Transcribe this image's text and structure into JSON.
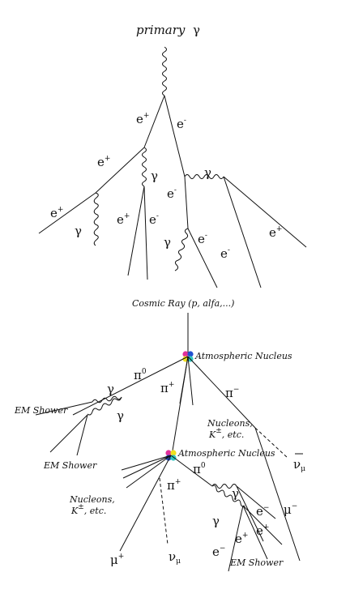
{
  "top": {
    "title_word": "primary",
    "title_symbol": "γ",
    "gamma": "γ",
    "e_plus": "e",
    "e_minus": "e",
    "plus": "+",
    "minus": "-"
  },
  "bottom": {
    "cosmic_ray": "Cosmic Ray (p, alfa,...)",
    "atmospheric_nucleus": "Atmospheric Nucleus",
    "pi": "π",
    "sup_zero": "0",
    "sup_plus": "+",
    "sup_minus": "−",
    "gamma": "γ",
    "em_shower": "EM Shower",
    "nucleons": "Nucleons,",
    "k_etc_k": "K",
    "k_etc_sup": "±",
    "k_etc_rest": ", etc.",
    "nu": "ν",
    "mu": "μ",
    "e": "e",
    "nucleus_colors": [
      "#e0309a",
      "#2050d0",
      "#f0e020",
      "#30c8c0"
    ]
  }
}
